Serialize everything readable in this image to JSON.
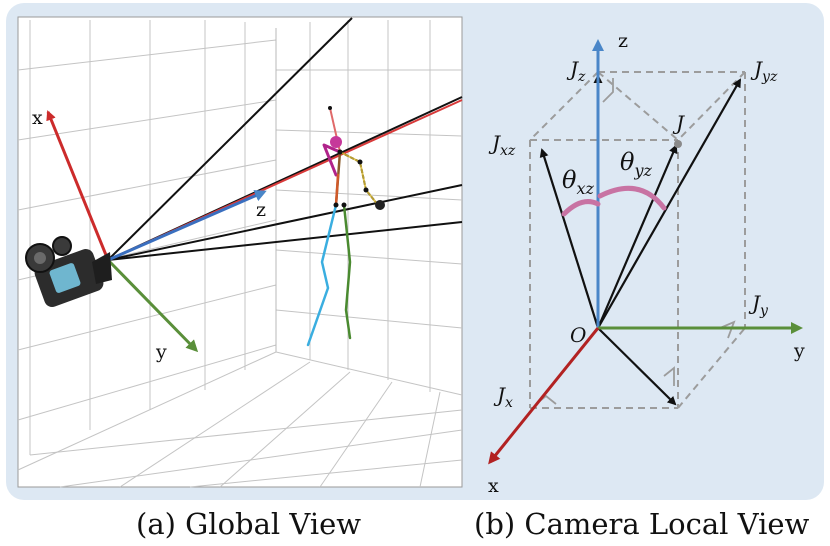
{
  "captions": {
    "left": "(a) Global View",
    "right": "(b) Camera Local View"
  },
  "global_view": {
    "axis_labels": {
      "x": "x",
      "y": "y",
      "z": "z"
    },
    "icons": [
      "video-camera-icon"
    ],
    "colors": {
      "x_axis": "#cc2b2b",
      "y_axis": "#5a8f3a",
      "z_axis": "#3a6fbf",
      "principal_ray": "#d83a3a"
    }
  },
  "local_view": {
    "axis_labels": {
      "x": "x",
      "y": "y",
      "z": "z"
    },
    "point_labels": {
      "origin": "O",
      "joint": "J",
      "jx": "J",
      "jx_sub": "x",
      "jy": "J",
      "jy_sub": "y",
      "jz": "J",
      "jz_sub": "z",
      "jxz": "J",
      "jxz_sub": "xz",
      "jyz": "J",
      "jyz_sub": "yz"
    },
    "angle_labels": {
      "theta_xz": "θ",
      "theta_xz_sub": "xz",
      "theta_yz": "θ",
      "theta_yz_sub": "yz"
    },
    "colors": {
      "x_axis": "#b22222",
      "y_axis": "#5a8f3a",
      "z_axis": "#4a86c8",
      "angle_arc": "#c873a3"
    }
  }
}
